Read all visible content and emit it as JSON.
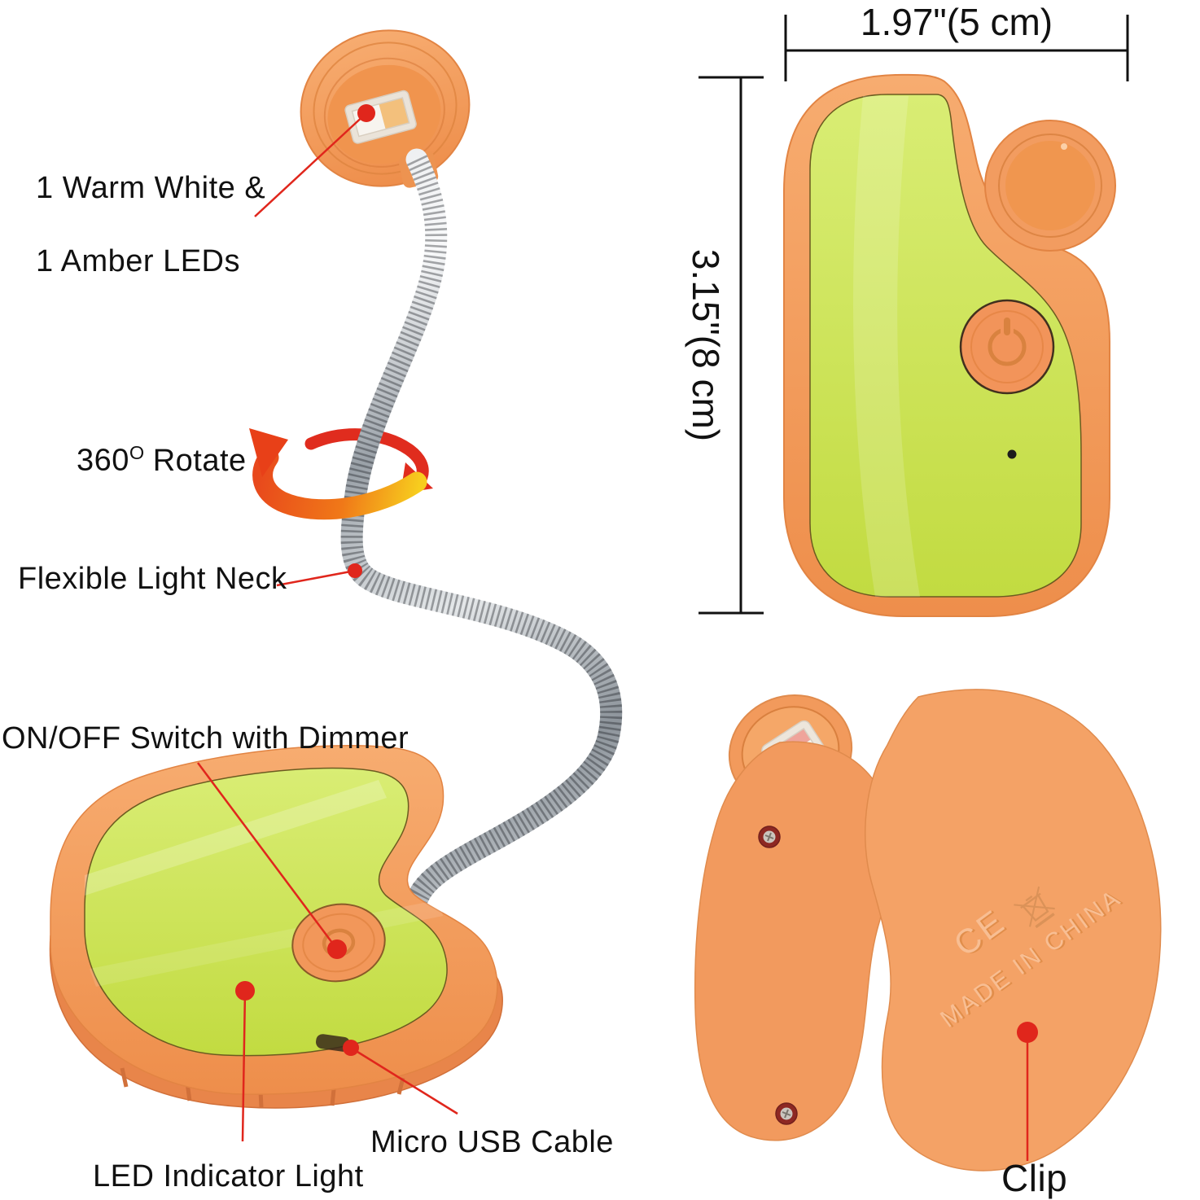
{
  "annotations": {
    "leds_line1": "1 Warm White &",
    "leds_line2": "1 Amber LEDs",
    "rotate": {
      "value": "360",
      "sup": "O",
      "word": "Rotate"
    },
    "flexible_neck": "Flexible Light Neck",
    "onoff_switch": "ON/OFF Switch with Dimmer",
    "led_indicator": "LED Indicator Light",
    "micro_usb": "Micro USB Cable",
    "clip": "Clip"
  },
  "dimensions": {
    "width": "1.97\"(5 cm)",
    "height": "3.15\"(8 cm)"
  },
  "markings": {
    "ce": "CE",
    "made_in_china": "MADE IN CHINA",
    "weee_icon": "crossed-out-wheelie-bin"
  },
  "colors": {
    "body_orange": "#F29A5C",
    "face_green": "#C9E24F",
    "callout_red": "#E0261C",
    "dimension_black": "#111111",
    "neck_metal": "#9AA1A8",
    "led_warm_white": "#F7F3EC",
    "led_amber": "#F3C07C"
  }
}
